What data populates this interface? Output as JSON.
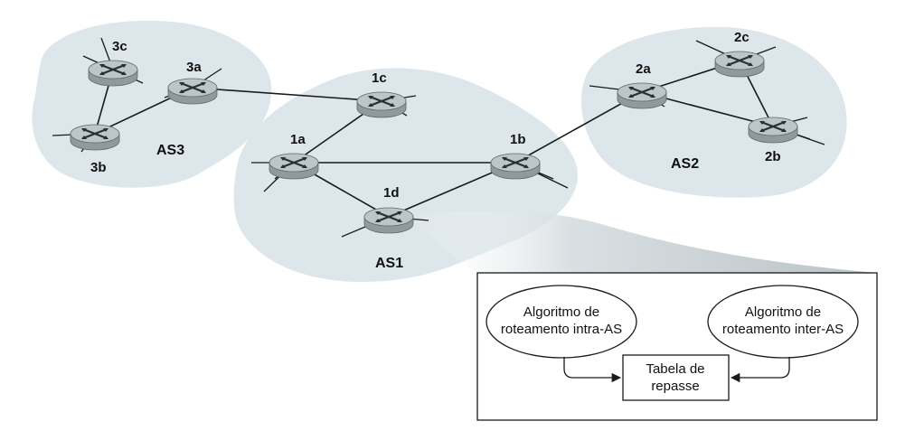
{
  "routers": {
    "r3c": "3c",
    "r3a": "3a",
    "r3b": "3b",
    "r1c": "1c",
    "r1a": "1a",
    "r1b": "1b",
    "r1d": "1d",
    "r2a": "2a",
    "r2c": "2c",
    "r2b": "2b"
  },
  "systems": {
    "as1": "AS1",
    "as2": "AS2",
    "as3": "AS3"
  },
  "detail": {
    "intra_line1": "Algoritmo de",
    "intra_line2": "roteamento intra-AS",
    "inter_line1": "Algoritmo de",
    "inter_line2": "roteamento inter-AS",
    "table_line1": "Tabela de",
    "table_line2": "repasse"
  },
  "colors": {
    "as_cloud": "#dde6ea",
    "router_top": "#bcc5c9",
    "router_side": "#8f999e",
    "line": "#1a1a1a",
    "magnifier": "#c9d1d4"
  },
  "icons": {
    "router": "router-icon",
    "arrow": "arrow-icon"
  }
}
